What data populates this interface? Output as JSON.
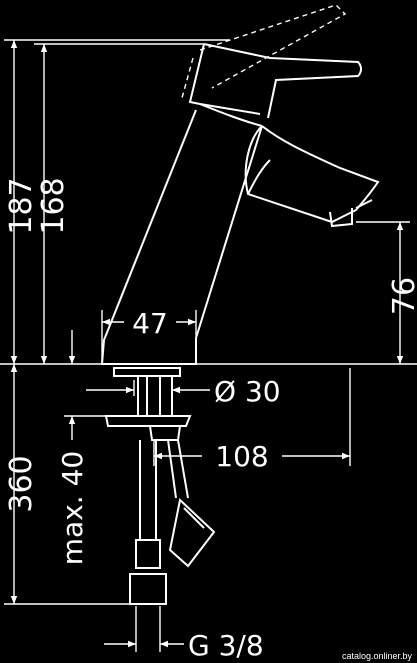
{
  "dimensions": {
    "total_height": "187",
    "spout_height": "168",
    "clearance": "76",
    "base_width": "47",
    "shank_diameter": "Ø 30",
    "projection": "108",
    "hose_length": "360",
    "max_thickness": "max. 40",
    "connection": "G 3/8"
  },
  "watermark": "catalog.onliner.by"
}
